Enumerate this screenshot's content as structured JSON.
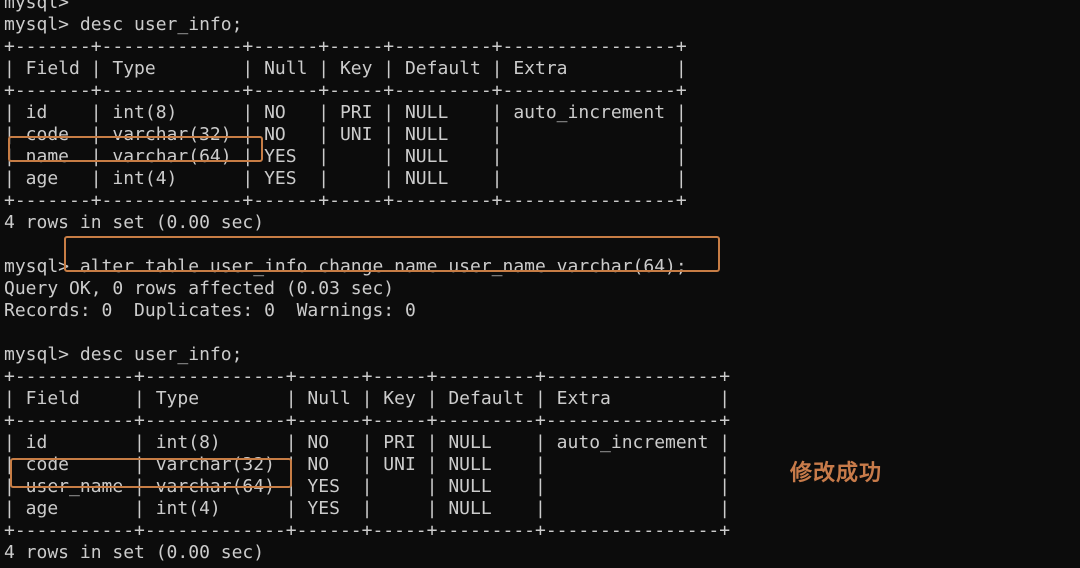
{
  "terminal": {
    "lines": [
      "mysql>",
      "mysql> desc user_info;",
      "+-------+-------------+------+-----+---------+----------------+",
      "| Field | Type        | Null | Key | Default | Extra          |",
      "+-------+-------------+------+-----+---------+----------------+",
      "| id    | int(8)      | NO   | PRI | NULL    | auto_increment |",
      "| code  | varchar(32) | NO   | UNI | NULL    |                |",
      "| name  | varchar(64) | YES  |     | NULL    |                |",
      "| age   | int(4)      | YES  |     | NULL    |                |",
      "+-------+-------------+------+-----+---------+----------------+",
      "4 rows in set (0.00 sec)",
      "",
      "mysql> alter table user_info change name user_name varchar(64);",
      "Query OK, 0 rows affected (0.03 sec)",
      "Records: 0  Duplicates: 0  Warnings: 0",
      "",
      "mysql> desc user_info;",
      "+-----------+-------------+------+-----+---------+----------------+",
      "| Field     | Type        | Null | Key | Default | Extra          |",
      "+-----------+-------------+------+-----+---------+----------------+",
      "| id        | int(8)      | NO   | PRI | NULL    | auto_increment |",
      "| code      | varchar(32) | NO   | UNI | NULL    |                |",
      "| user_name | varchar(64) | YES  |     | NULL    |                |",
      "| age       | int(4)      | YES  |     | NULL    |                |",
      "+-----------+-------------+------+-----+---------+----------------+",
      "4 rows in set (0.00 sec)"
    ]
  },
  "annotation": {
    "text": "修改成功",
    "color": "#c87b4a"
  },
  "highlight_color": "#c77d45",
  "text_color": "#cccccc",
  "background_color": "#0c0c0c"
}
